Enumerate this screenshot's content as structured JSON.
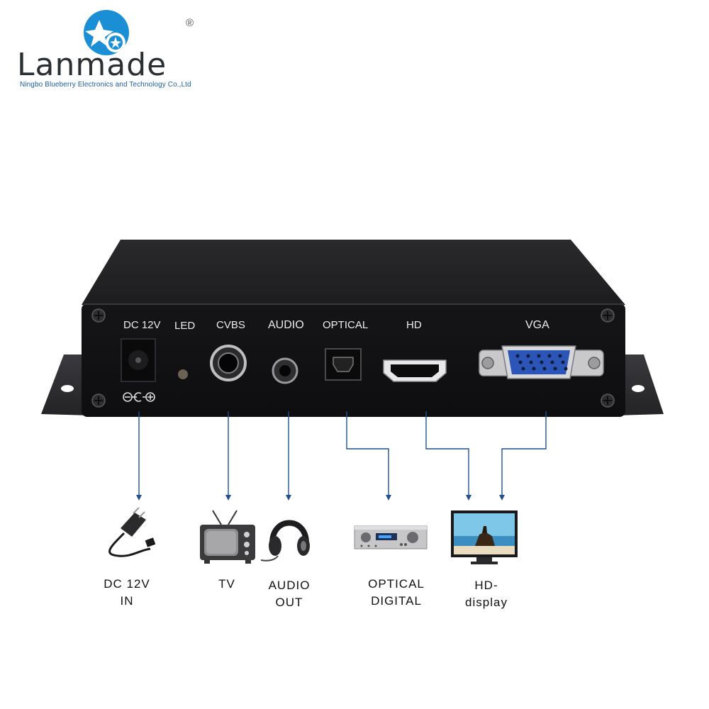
{
  "brand": {
    "name": "Lanmade",
    "tagline": "Ningbo Blueberry Electronics and Technology Co.,Ltd",
    "registered": "®",
    "accent": "#1b8fd6"
  },
  "device": {
    "ports": [
      {
        "label": "DC 12V"
      },
      {
        "label": "LED"
      },
      {
        "label": "CVBS"
      },
      {
        "label": "AUDIO"
      },
      {
        "label": "OPTICAL"
      },
      {
        "label": "HD"
      },
      {
        "label": "VGA"
      }
    ],
    "polarity_symbol": "⊖-C-⊕"
  },
  "outputs": [
    {
      "line1": "DC 12V",
      "line2": "IN",
      "icon": "power-adapter-icon"
    },
    {
      "line1": "TV",
      "line2": "",
      "icon": "tv-icon"
    },
    {
      "line1": "AUDIO",
      "line2": "OUT",
      "icon": "headphones-icon"
    },
    {
      "line1": "OPTICAL",
      "line2": "DIGITAL",
      "icon": "amplifier-icon"
    },
    {
      "line1": "HD-",
      "line2": "display",
      "icon": "monitor-icon"
    }
  ],
  "colors": {
    "connector_line": "#1f4f8f",
    "device_body": "#1a1a1c",
    "vga_blue": "#2b56b8"
  }
}
